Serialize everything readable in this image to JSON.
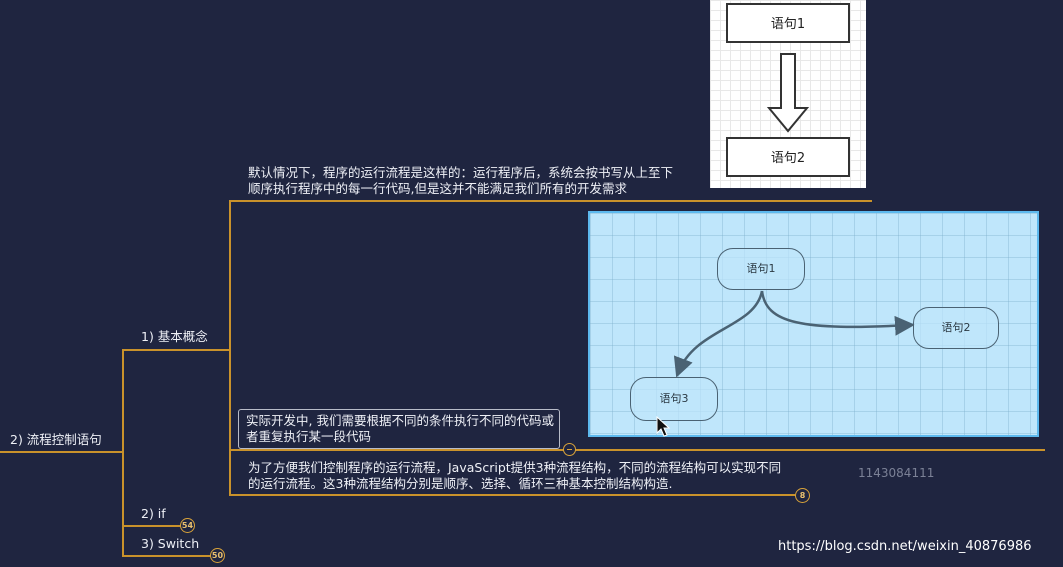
{
  "root": {
    "label": "2) 流程控制语句"
  },
  "branches": [
    {
      "label": "1) 基本概念"
    },
    {
      "label": "2) if",
      "badge": "54"
    },
    {
      "label": "3) Switch",
      "badge": "50"
    }
  ],
  "notes": {
    "default_flow_line1": "默认情况下，程序的运行流程是这样的：运行程序后，系统会按书写从上至下",
    "default_flow_line2": "顺序执行程序中的每一行代码,但是这并不能满足我们所有的开发需求",
    "practice_line1": "实际开发中, 我们需要根据不同的条件执行不同的代码或",
    "practice_line2": "者重复执行某一段代码",
    "js_flow_line1": "为了方便我们控制程序的运行流程，JavaScript提供3种流程结构，不同的流程结构可以实现不同",
    "js_flow_line2": "的运行流程。这3种流程结构分别是顺序、选择、循环三种基本控制结构构造.",
    "js_flow_badge": "8"
  },
  "sequence_diagram": {
    "node1": "语句1",
    "node2": "语句2"
  },
  "branch_diagram": {
    "node1": "语句1",
    "node2": "语句2",
    "node3": "语句3"
  },
  "overlay_id": "1143084111",
  "watermark": "https://blog.csdn.net/weixin_40876986",
  "colors": {
    "background": "#1f2540",
    "connector": "#c9922b",
    "diagram_bg": "#bfe6fb"
  }
}
